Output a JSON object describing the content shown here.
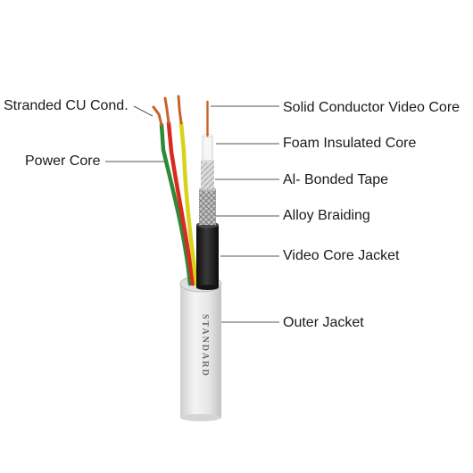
{
  "labels": {
    "stranded_cu_cond": "Stranded CU Cond.",
    "power_core": "Power Core",
    "solid_conductor": "Solid Conductor Video Core",
    "foam_insulated": "Foam Insulated Core",
    "al_bonded_tape": "Al- Bonded Tape",
    "alloy_braiding": "Alloy Braiding",
    "video_core_jacket": "Video Core Jacket",
    "outer_jacket": "Outer Jacket"
  },
  "cable_print": "STANDARD",
  "colors": {
    "leader_line": "#555555",
    "outer_jacket": "#e9e9e9",
    "video_jacket": "#1b1b1b",
    "braid": "#b8b8b8",
    "foil": "#cfcfcf",
    "foam": "#f6f6f6",
    "copper": "#c8642a",
    "wire_red": "#d92a22",
    "wire_yellow": "#d8d21a",
    "wire_green": "#2e8a36"
  }
}
